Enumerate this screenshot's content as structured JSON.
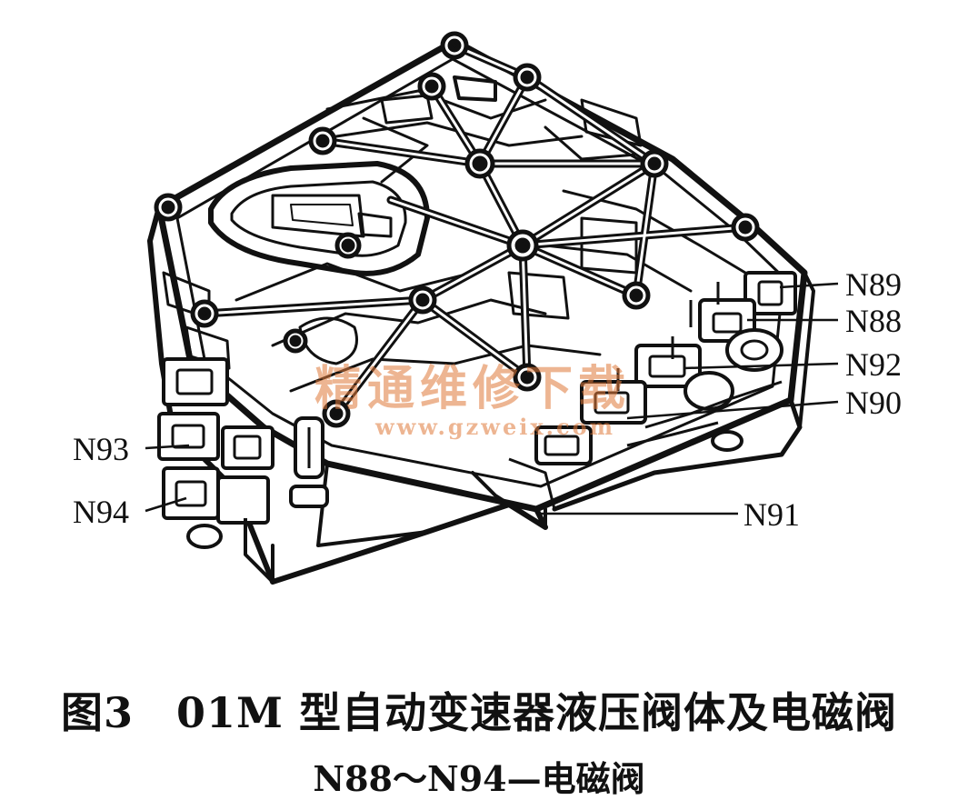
{
  "labels": {
    "n89": "N89",
    "n88": "N88",
    "n92": "N92",
    "n90": "N90",
    "n93": "N93",
    "n94": "N94",
    "n91": "N91"
  },
  "watermark": {
    "text": "精通维修下载",
    "url": "www.gzweix.com",
    "color": "#e07a3a"
  },
  "caption": {
    "title": "图3　01M 型自动变速器液压阀体及电磁阀",
    "subtitle": "N88～N94—电磁阀"
  }
}
